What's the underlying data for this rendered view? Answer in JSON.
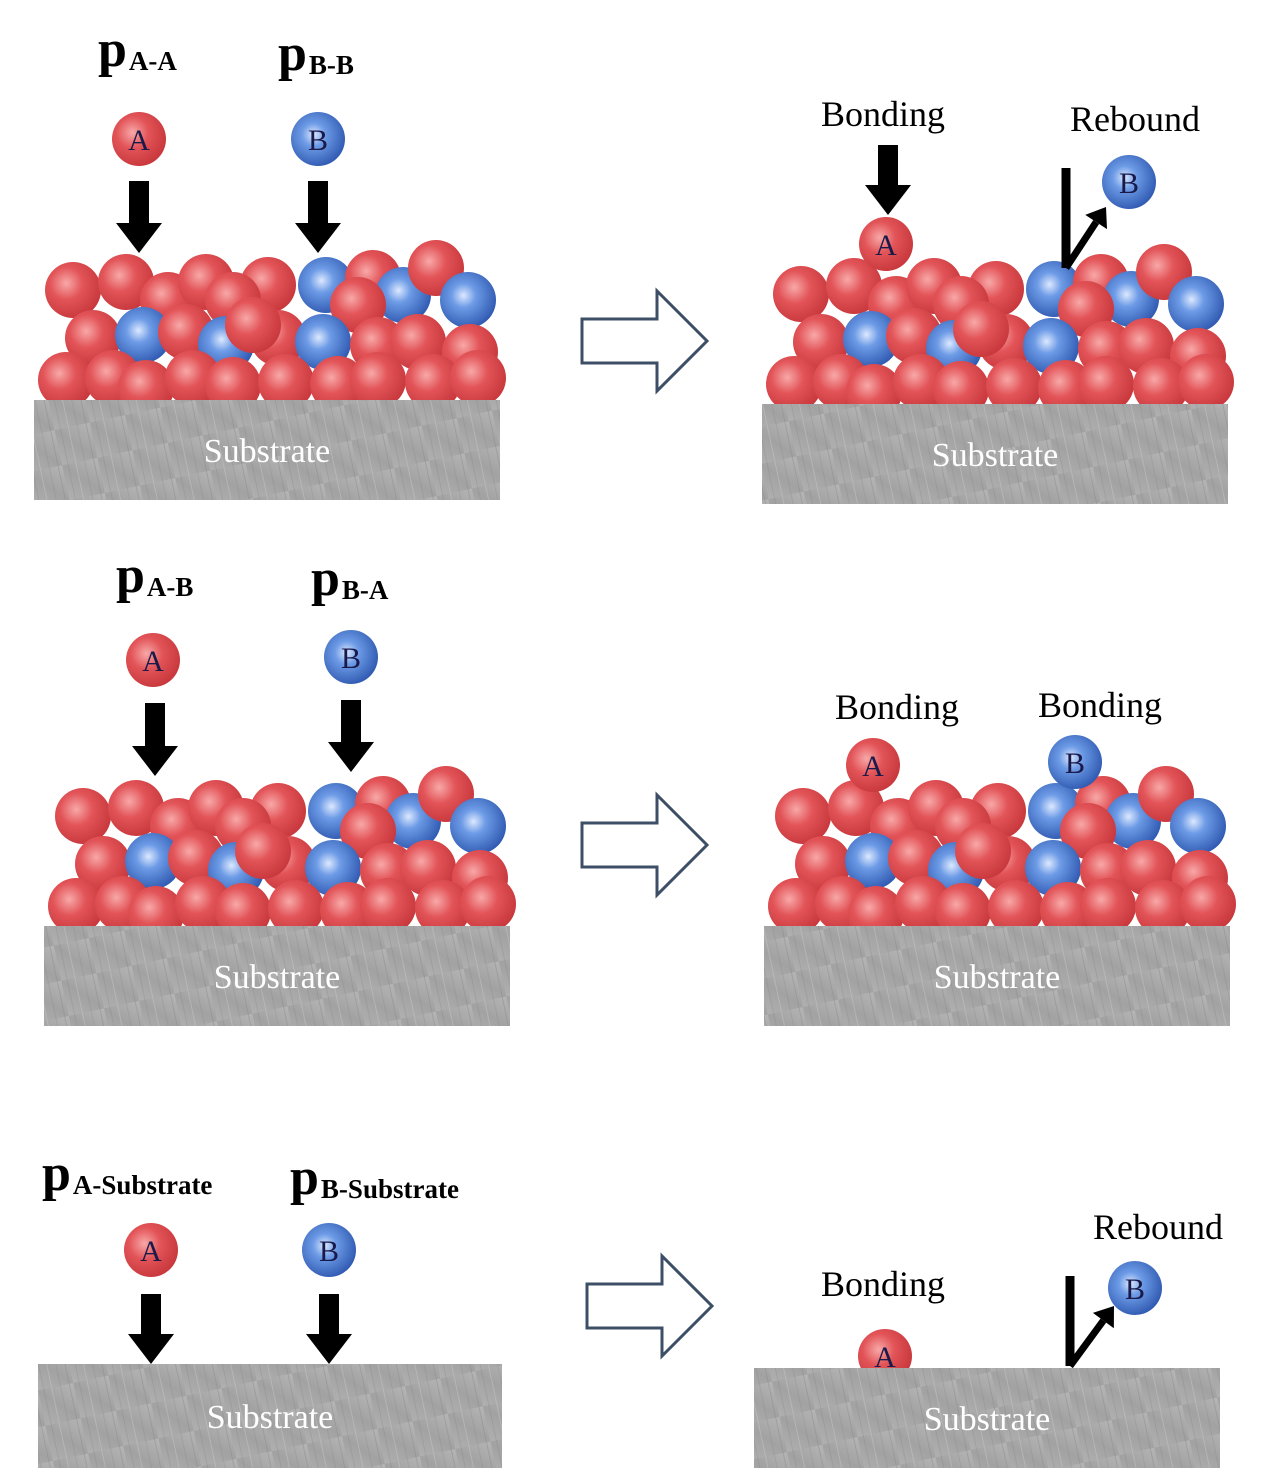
{
  "rows": [
    {
      "probs": [
        {
          "sym": "p",
          "sub": "A-A",
          "particle": "A"
        },
        {
          "sym": "p",
          "sub": "B-B",
          "particle": "B"
        }
      ],
      "outcomes": [
        {
          "label": "Bonding",
          "particle": "A"
        },
        {
          "label": "Rebound",
          "particle": "B"
        }
      ],
      "substrate_left": "Substrate",
      "substrate_right": "Substrate"
    },
    {
      "probs": [
        {
          "sym": "p",
          "sub": "A-B",
          "particle": "A"
        },
        {
          "sym": "p",
          "sub": "B-A",
          "particle": "B"
        }
      ],
      "outcomes": [
        {
          "label": "Bonding",
          "particle": "A"
        },
        {
          "label": "Bonding",
          "particle": "B"
        }
      ],
      "substrate_left": "Substrate",
      "substrate_right": "Substrate"
    },
    {
      "probs": [
        {
          "sym": "p",
          "sub": "A-Substrate",
          "particle": "A"
        },
        {
          "sym": "p",
          "sub": "B-Substrate",
          "particle": "B"
        }
      ],
      "outcomes": [
        {
          "label": "Bonding",
          "particle": "A"
        },
        {
          "label": "Rebound",
          "particle": "B"
        }
      ],
      "substrate_left": "Substrate",
      "substrate_right": "Substrate"
    }
  ],
  "colors": {
    "particle_a": "#d9464a",
    "particle_b": "#3a6bc4",
    "substrate": "#a8a8a8",
    "arrow_outline": "#3d4f66"
  }
}
